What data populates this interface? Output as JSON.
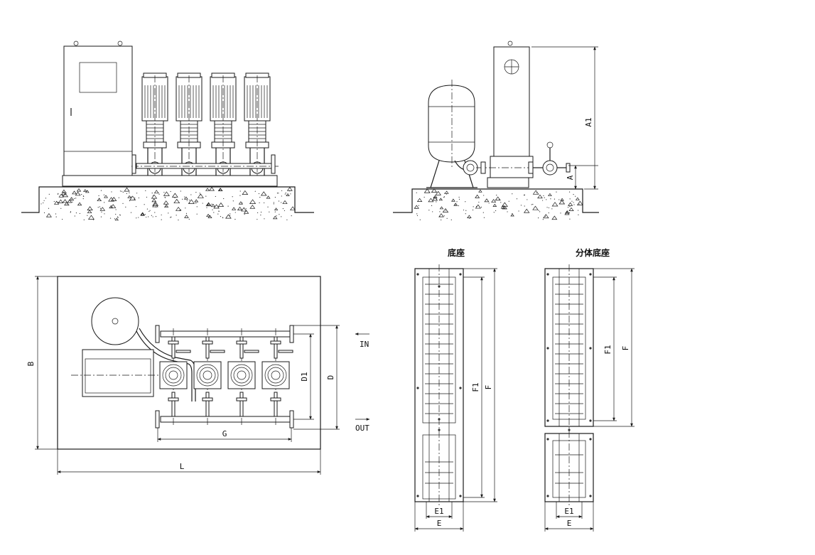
{
  "labels": {
    "a1": "A1",
    "a": "A",
    "b": "B",
    "l": "L",
    "d1": "D1",
    "d": "D",
    "g": "G",
    "in": "IN",
    "out": "OUT",
    "f1_left": "F1",
    "f_left": "F",
    "e1_left": "E1",
    "e_left": "E",
    "f1_right": "F1",
    "f_right": "F",
    "e1_right": "E1",
    "e_right": "E"
  },
  "captions": {
    "base": "底座",
    "split_base": "分体底座"
  }
}
